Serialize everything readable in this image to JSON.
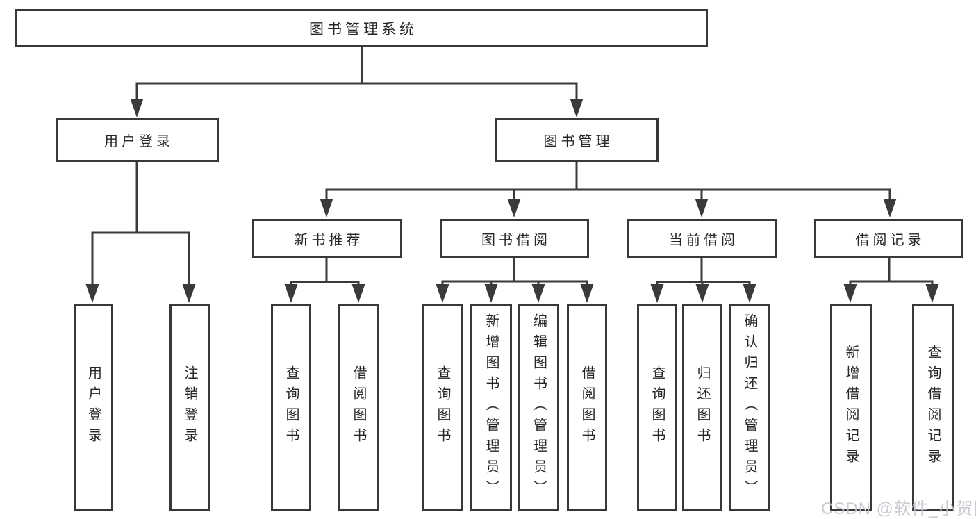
{
  "diagram": {
    "type": "hierarchy-tree",
    "root": {
      "label": "图书管理系统",
      "children": [
        {
          "label": "用户登录",
          "children": [
            {
              "label": "用户登录"
            },
            {
              "label": "注销登录"
            }
          ]
        },
        {
          "label": "图书管理",
          "children": [
            {
              "label": "新书推荐",
              "children": [
                {
                  "label": "查询图书"
                },
                {
                  "label": "借阅图书"
                }
              ]
            },
            {
              "label": "图书借阅",
              "children": [
                {
                  "label": "查询图书"
                },
                {
                  "label": "新增图书（管理员）"
                },
                {
                  "label": "编辑图书（管理员）"
                },
                {
                  "label": "借阅图书"
                }
              ]
            },
            {
              "label": "当前借阅",
              "children": [
                {
                  "label": "查询图书"
                },
                {
                  "label": "归还图书"
                },
                {
                  "label": "确认归还（管理员）"
                }
              ]
            },
            {
              "label": "借阅记录",
              "children": [
                {
                  "label": "新增借阅记录"
                },
                {
                  "label": "查询借阅记录"
                }
              ]
            }
          ]
        }
      ]
    }
  },
  "watermark": {
    "text": "CSDN @软件_小贺同学"
  },
  "colors": {
    "line": "#3a3a3a",
    "border": "#383838",
    "text": "#262626",
    "watermark": "#c3c6ce",
    "background": "#ffffff"
  }
}
